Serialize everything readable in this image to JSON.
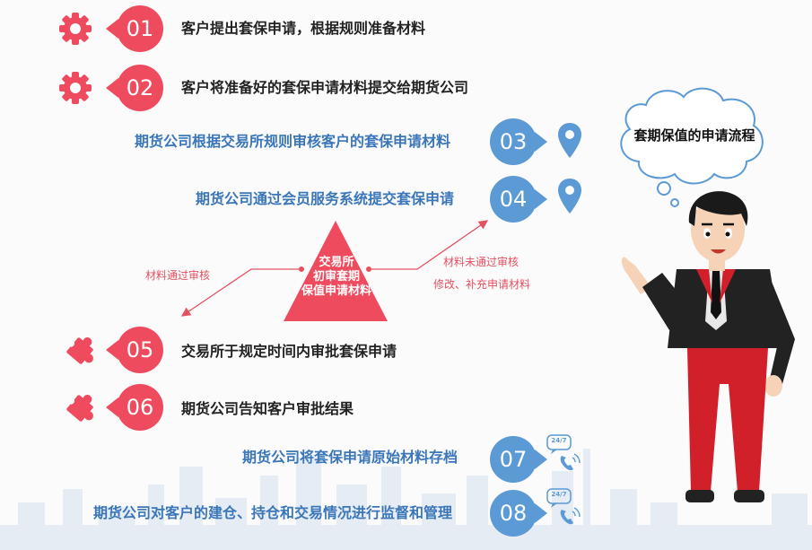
{
  "title": "套期保值的申请流程",
  "steps": [
    {
      "num": "01",
      "text": "客户提出套保申请，根据规则准备材料"
    },
    {
      "num": "02",
      "text": "客户将准备好的套保申请材料提交给期货公司"
    },
    {
      "num": "03",
      "text": "期货公司根据交易所规则审核客户的套保申请材料"
    },
    {
      "num": "04",
      "text": "期货公司通过会员服务系统提交套保申请"
    },
    {
      "num": "05",
      "text": "交易所于规定时间内审批套保申请"
    },
    {
      "num": "06",
      "text": "期货公司告知客户审批结果"
    },
    {
      "num": "07",
      "text": "期货公司将套保申请原始材料存档"
    },
    {
      "num": "08",
      "text": "期货公司对客户的建仓、持仓和交易情况进行监督和管理"
    }
  ],
  "review": {
    "triangle_lines": [
      "交易所",
      "初审套期",
      "保值申请材料"
    ],
    "pass_label": "材料通过审核",
    "fail_label": "材料未通过审核",
    "fail_action": "修改、补充申请材料"
  },
  "phone_badge": "24/7",
  "colors": {
    "red": "#ef4b5e",
    "blue": "#5b9ad5",
    "blue_text": "#3a76b8"
  }
}
